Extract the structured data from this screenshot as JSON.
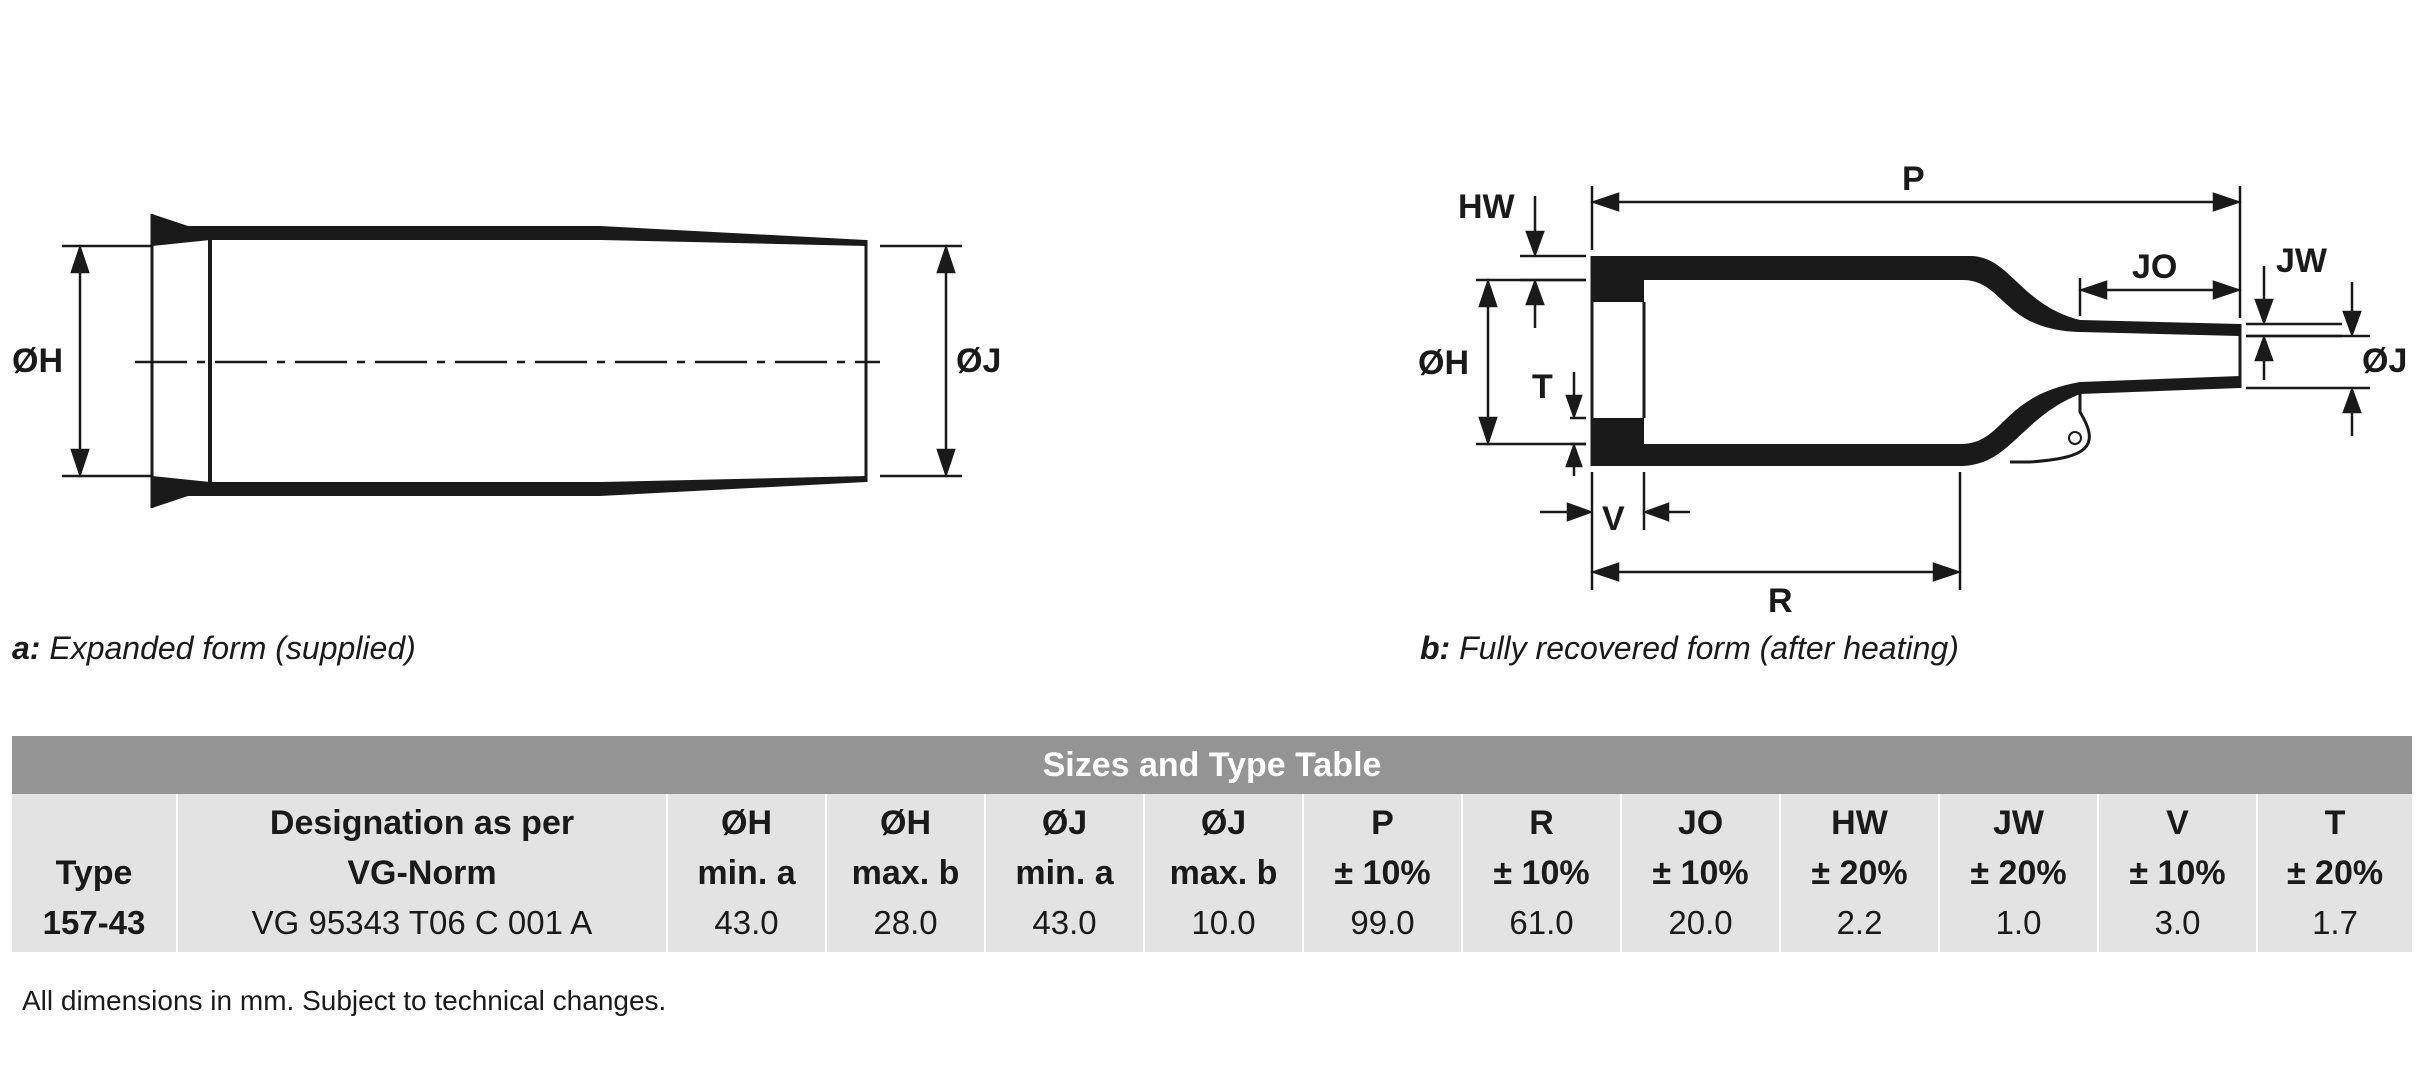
{
  "drawing_a": {
    "labels": {
      "oh": "ØH",
      "oj": "ØJ"
    }
  },
  "drawing_b": {
    "labels": {
      "p": "P",
      "hw": "HW",
      "jo": "JO",
      "jw": "JW",
      "oh": "ØH",
      "oj": "ØJ",
      "t": "T",
      "v": "V",
      "r": "R"
    }
  },
  "captions": {
    "a_letter": "a:",
    "a_text": " Expanded form (supplied)",
    "b_letter": "b:",
    "b_text": " Fully recovered form (after heating)"
  },
  "table": {
    "title": "Sizes and Type Table",
    "headers": [
      [
        "",
        "Type"
      ],
      [
        "Designation as per",
        "VG-Norm"
      ],
      [
        "ØH",
        "min. a"
      ],
      [
        "ØH",
        "max. b"
      ],
      [
        "ØJ",
        "min. a"
      ],
      [
        "ØJ",
        "max. b"
      ],
      [
        "P",
        "± 10%"
      ],
      [
        "R",
        "± 10%"
      ],
      [
        "JO",
        "± 10%"
      ],
      [
        "HW",
        "± 20%"
      ],
      [
        "JW",
        "± 20%"
      ],
      [
        "V",
        "± 10%"
      ],
      [
        "T",
        "± 20%"
      ]
    ],
    "rows": [
      [
        "157-43",
        "VG 95343 T06 C 001 A",
        "43.0",
        "28.0",
        "43.0",
        "10.0",
        "99.0",
        "61.0",
        "20.0",
        "2.2",
        "1.0",
        "3.0",
        "1.7"
      ]
    ]
  },
  "footnote": "All dimensions in mm. Subject to technical changes."
}
